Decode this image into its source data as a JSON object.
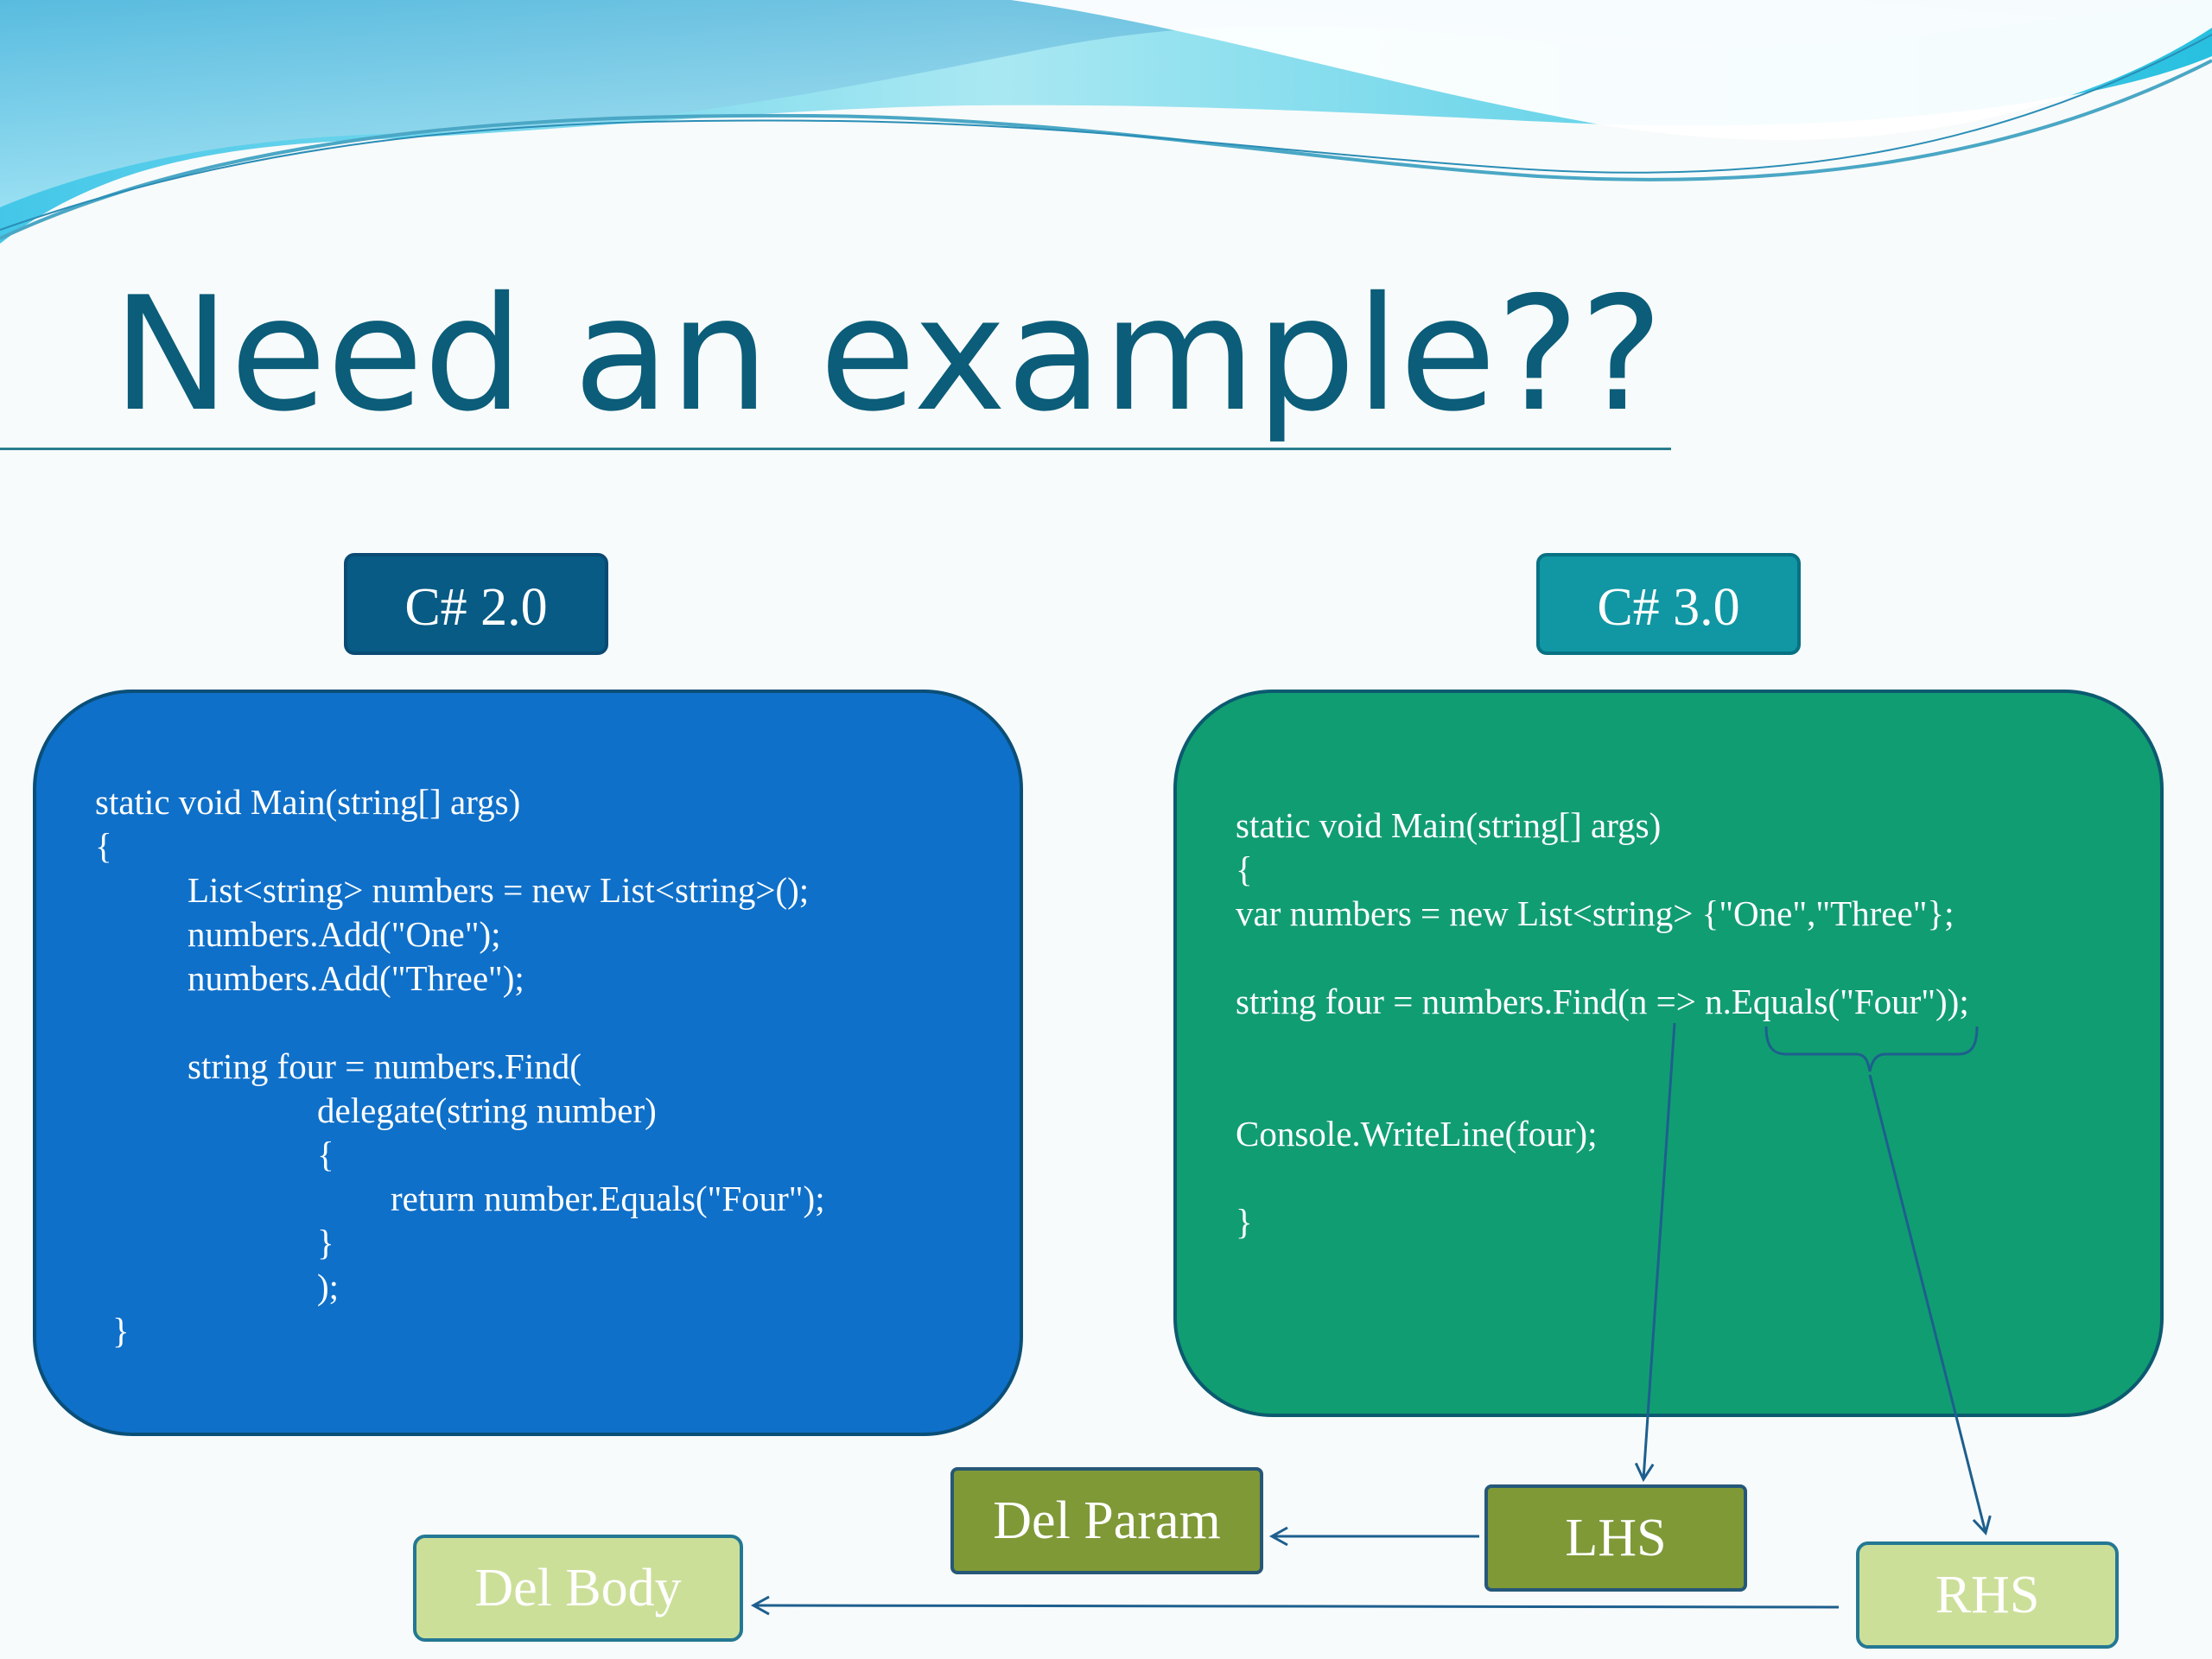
{
  "slide": {
    "title": "Need an example??",
    "left_label": "C# 2.0",
    "right_label": "C# 3.0",
    "left_code": [
      "static void Main(string[] args)",
      "{",
      "List<string> numbers = new List<string>();",
      "numbers.Add(\"One\");",
      "numbers.Add(\"Three\");",
      "string four = numbers.Find(",
      "delegate(string number)",
      "{",
      "return number.Equals(\"Four\");",
      "}",
      ");",
      "}"
    ],
    "right_code": [
      "static void Main(string[] args)",
      "{",
      "var numbers = new List<string> {\"One\",\"Three\"};",
      "string four = numbers.Find(n => n.Equals(\"Four\"));",
      "Console.WriteLine(four);",
      "}"
    ],
    "boxes": {
      "del_param": "Del Param",
      "lhs": "LHS",
      "del_body": "Del Body",
      "rhs": "RHS"
    },
    "colors": {
      "title": "#0b5d79",
      "left_panel": "#0f70c9",
      "right_panel": "#119d72",
      "dark_box": "#7f9937",
      "light_box": "#ccdf99"
    }
  }
}
